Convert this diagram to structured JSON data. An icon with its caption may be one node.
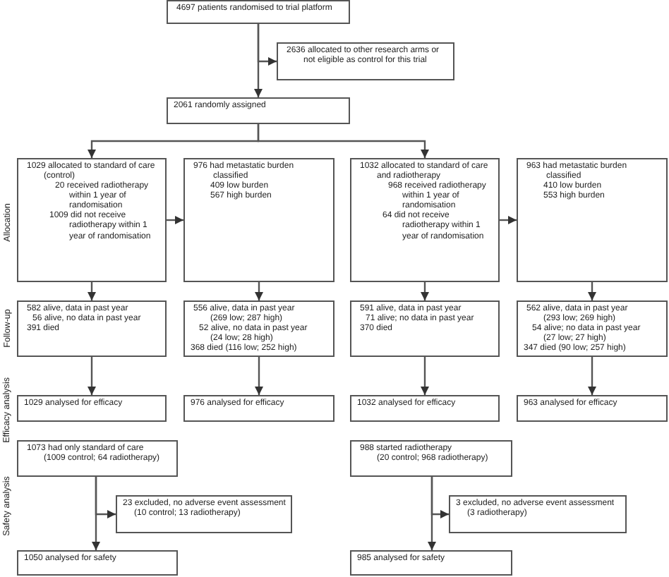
{
  "diagram": {
    "nodes": [
      {
        "text": [
          "4697 patients randomised to trial platform"
        ]
      },
      {
        "text": [
          "2636 allocated to other research arms or not eligible as control for this trial"
        ]
      },
      {
        "text": [
          "2061 randomly assigned"
        ]
      },
      {
        "text": [
          "1029 allocated to standard of care (control)",
          "20 received radiotherapy within 1 year of randomisation",
          "1009 did not receive radiotherapy within 1 year of randomisation"
        ]
      },
      {
        "text": [
          "976 had metastatic burden classified",
          "409 low burden",
          "567 high burden"
        ]
      },
      {
        "text": [
          "1032 allocated to standard of care and radiotherapy",
          "968 received radiotherapy within 1 year of randomisation",
          "64 did not receive radiotherapy within 1 year of randomisation"
        ]
      },
      {
        "text": [
          "963 had metastatic burden classified",
          "410 low burden",
          "553 high burden"
        ]
      },
      {
        "text": [
          "582 alive, data in past year",
          "56 alive, no data in past year",
          "391 died"
        ]
      },
      {
        "text": [
          "556 alive, data in past year",
          "(269 low; 287 high)",
          "52 alive, no data in past year",
          "(24 low; 28 high)",
          "368 died (116 low; 252 high)"
        ]
      },
      {
        "text": [
          "591 alive, data in past year",
          "71 alive; no data in past year",
          "370 died"
        ]
      },
      {
        "text": [
          "562 alive, data in past year",
          "(293 low; 269 high)",
          "54 alive; no data in past year",
          "(27 low; 27 high)",
          "347 died (90 low; 257 high)"
        ]
      },
      {
        "text": [
          "1029 analysed for efficacy"
        ]
      },
      {
        "text": [
          "976 analysed for efficacy"
        ]
      },
      {
        "text": [
          "1032 analysed for efficacy"
        ]
      },
      {
        "text": [
          "963 analysed for efficacy"
        ]
      },
      {
        "text": [
          "1073 had only standard of care",
          "(1009 control; 64 radiotherapy)"
        ]
      },
      {
        "text": [
          "23 excluded, no adverse event assessment",
          "(10 control; 13 radiotherapy)"
        ]
      },
      {
        "text": [
          "1050 analysed for safety"
        ]
      },
      {
        "text": [
          "988 started radiotherapy",
          "(20 control; 968 radiotherapy)"
        ]
      },
      {
        "text": [
          "3 excluded, no adverse event assessment",
          "(3 radiotherapy)"
        ]
      },
      {
        "text": [
          "985 analysed for safety"
        ]
      }
    ],
    "edges": [
      {
        "from": 0,
        "to": 2,
        "arrow": "to"
      },
      {
        "from": 0,
        "to": 1,
        "arrow": "to"
      },
      {
        "from": 2,
        "to": 3,
        "arrow": "to"
      },
      {
        "from": 2,
        "to": 5,
        "arrow": "to"
      },
      {
        "from": 3,
        "to": 4,
        "arrow": "to"
      },
      {
        "from": 5,
        "to": 6,
        "arrow": "to"
      },
      {
        "from": 3,
        "to": 7,
        "arrow": "to"
      },
      {
        "from": 4,
        "to": 8,
        "arrow": "to"
      },
      {
        "from": 5,
        "to": 9,
        "arrow": "to"
      },
      {
        "from": 6,
        "to": 10,
        "arrow": "to"
      },
      {
        "from": 7,
        "to": 11,
        "arrow": "to"
      },
      {
        "from": 8,
        "to": 12,
        "arrow": "to"
      },
      {
        "from": 9,
        "to": 13,
        "arrow": "to"
      },
      {
        "from": 10,
        "to": 14,
        "arrow": "to"
      },
      {
        "from": 15,
        "to": 17,
        "arrow": "to"
      },
      {
        "from": 15,
        "to": 16,
        "arrow": "to"
      },
      {
        "from": 18,
        "to": 20,
        "arrow": "to"
      },
      {
        "from": 18,
        "to": 19,
        "arrow": "to"
      }
    ],
    "labels": [
      "Allocation",
      "Follow-up",
      "Efficacy analysis",
      "Safety analysis"
    ]
  }
}
